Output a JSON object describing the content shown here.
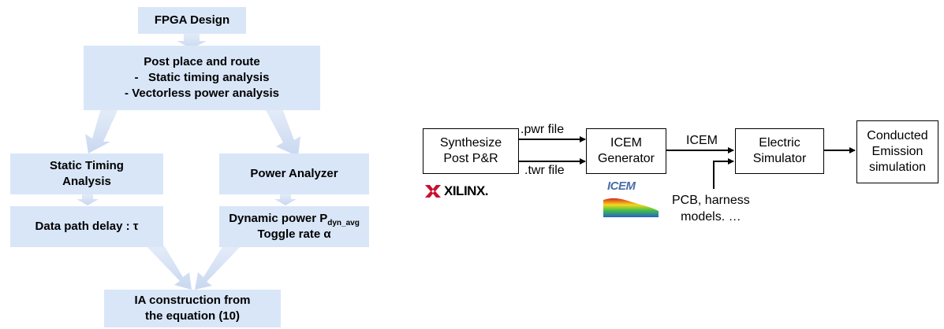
{
  "left_flow": {
    "fpga_design": "FPGA Design",
    "post_par": {
      "title": "Post place and route",
      "item1": "-   Static timing analysis",
      "item2": "- Vectorless power analysis"
    },
    "static_timing": {
      "line1": "Static Timing",
      "line2": "Analysis"
    },
    "power_analyzer": "Power Analyzer",
    "data_path": "Data path delay : τ",
    "dynamic_power": {
      "prefix": "Dynamic power P",
      "sub": "dyn_avg",
      "line2": "Toggle rate α"
    },
    "ia_construction": {
      "line1": "IA construction from",
      "line2": "the equation (10)"
    }
  },
  "right_flow": {
    "synthesize": {
      "line1": "Synthesize",
      "line2": "Post P&R"
    },
    "pwr_file": ".pwr file",
    "twr_file": ".twr file",
    "icem_generator": {
      "line1": "ICEM",
      "line2": "Generator"
    },
    "icem_label": "ICEM",
    "electric_simulator": {
      "line1": "Electric",
      "line2": "Simulator"
    },
    "pcb_models": {
      "line1": "PCB, harness",
      "line2": "models. …"
    },
    "conducted": {
      "line1": "Conducted",
      "line2": "Emission",
      "line3": "simulation"
    },
    "xilinx_logo": "XILINX.",
    "icem_logo": "ICEM"
  },
  "colors": {
    "box_fill": "#d9e6f8",
    "arrow_fill": "#cfdcf2",
    "xilinx_red": "#c8102e"
  }
}
